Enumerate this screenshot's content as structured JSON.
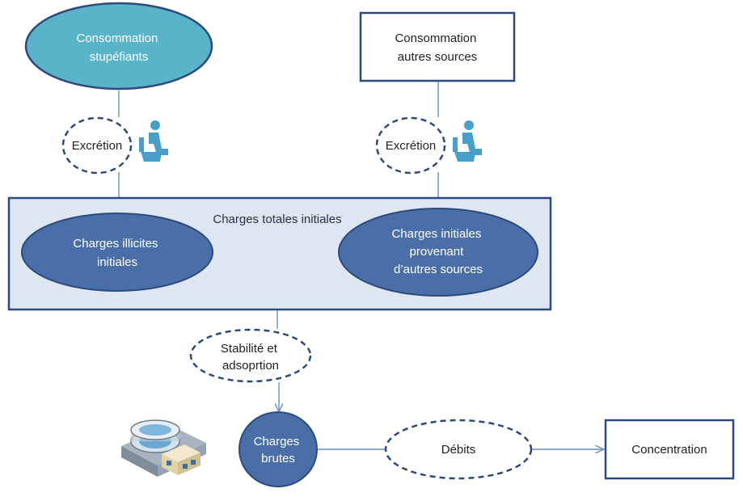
{
  "nodes": {
    "consumption_drugs": [
      "Consommation",
      "stupéfiants"
    ],
    "consumption_other": [
      "Consommation",
      "autres sources"
    ],
    "excretion_left": [
      "Excrétion"
    ],
    "excretion_right": [
      "Excrétion"
    ],
    "total_initial_loads": "Charges totales initiales",
    "illicit_initial_loads": [
      "Charges illicites",
      "initiales"
    ],
    "other_initial_loads": [
      "Charges initiales",
      "provenant",
      "d’autres sources"
    ],
    "stability_adsorption": [
      "Stabilité et",
      "adsoprtion"
    ],
    "raw_loads": [
      "Charges",
      "brutes"
    ],
    "flows": [
      "Débits"
    ],
    "concentration": [
      "Concentration"
    ]
  },
  "icons": {
    "toilet_person": "toilet-person-icon",
    "treatment_plant": "wastewater-treatment-plant-icon"
  },
  "colors": {
    "teal_fill": "#5ab4c9",
    "blue_fill": "#4a6fa8",
    "band_fill": "#dde6f1",
    "stroke_dark": "#2c4a7c",
    "arrow": "#6f8fb8"
  }
}
